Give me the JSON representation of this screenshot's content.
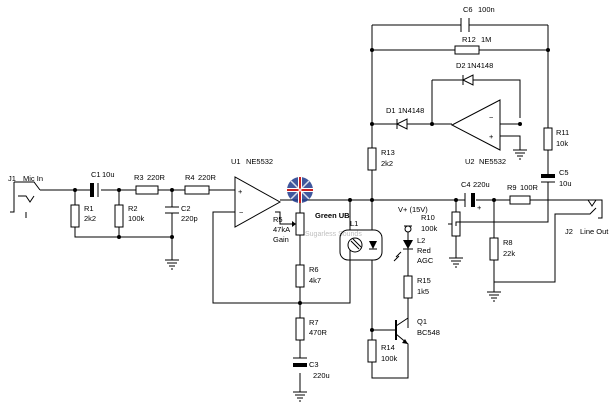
{
  "jacks": {
    "j1": {
      "ref": "J1",
      "name": "Mic In"
    },
    "j2": {
      "ref": "J2",
      "name": "Line Out"
    }
  },
  "capacitors": {
    "c1": {
      "ref": "C1",
      "value": "10u"
    },
    "c2": {
      "ref": "C2",
      "value": "220p"
    },
    "c3": {
      "ref": "C3",
      "value": "220u"
    },
    "c4": {
      "ref": "C4",
      "value": "220u"
    },
    "c5": {
      "ref": "C5",
      "value": "10u"
    },
    "c6": {
      "ref": "C6",
      "value": "100n"
    }
  },
  "resistors": {
    "r1": {
      "ref": "R1",
      "value": "2k2"
    },
    "r2": {
      "ref": "R2",
      "value": "100k"
    },
    "r3": {
      "ref": "R3",
      "value": "220R"
    },
    "r4": {
      "ref": "R4",
      "value": "220R"
    },
    "r5": {
      "ref": "R5",
      "value": "47kA",
      "extra": "Gain"
    },
    "r6": {
      "ref": "R6",
      "value": "4k7"
    },
    "r7": {
      "ref": "R7",
      "value": "470R"
    },
    "r8": {
      "ref": "R8",
      "value": "22k"
    },
    "r9": {
      "ref": "R9",
      "value": "100R"
    },
    "r10": {
      "ref": "R10",
      "value": "100k"
    },
    "r11": {
      "ref": "R11",
      "value": "10k"
    },
    "r12": {
      "ref": "R12",
      "value": "1M"
    },
    "r13": {
      "ref": "R13",
      "value": "2k2"
    },
    "r14": {
      "ref": "R14",
      "value": "100k"
    },
    "r15": {
      "ref": "R15",
      "value": "1k5"
    }
  },
  "opamps": {
    "u1": {
      "ref": "U1",
      "part": "NE5532"
    },
    "u2": {
      "ref": "U2",
      "part": "NE5532"
    }
  },
  "diodes": {
    "d1": {
      "ref": "D1",
      "part": "1N4148"
    },
    "d2": {
      "ref": "D2",
      "part": "1N4148"
    }
  },
  "led": {
    "ref": "L2",
    "color": "Red",
    "function": "AGC"
  },
  "ldr": {
    "ref": "L1"
  },
  "transistor": {
    "ref": "Q1",
    "part": "BC548"
  },
  "supply": {
    "label": "V+ (15V)"
  },
  "watermark": {
    "brand": "Green UB",
    "sub": "Sugarless Sounds"
  },
  "colors": {
    "wire": "#000000",
    "flag_blue": "#1f3a8c",
    "flag_red": "#cc2222"
  }
}
